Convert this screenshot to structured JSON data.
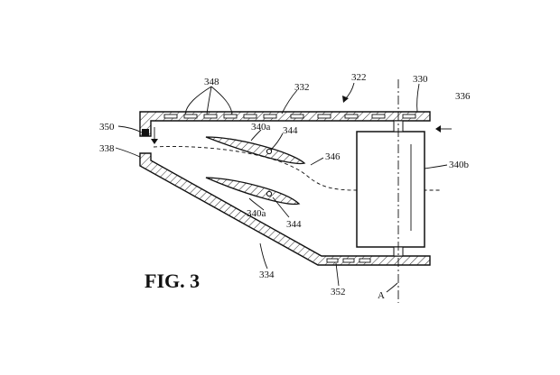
{
  "figure": {
    "title": "FIG. 3",
    "refs": {
      "r322": "322",
      "r330": "330",
      "r332": "332",
      "r336": "336",
      "r348": "348",
      "r350": "350",
      "r338": "338",
      "r340a_top": "340a",
      "r344_top": "344",
      "r346": "346",
      "r340b": "340b",
      "r340a_bottom": "340a",
      "r344_bottom": "344",
      "r334": "334",
      "r352": "352",
      "axis": "A"
    }
  }
}
